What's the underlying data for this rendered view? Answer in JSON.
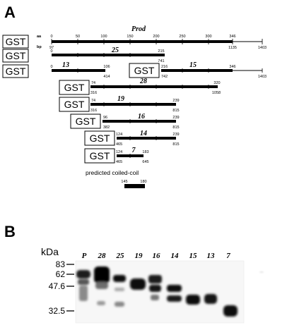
{
  "panel_a": {
    "label": "A",
    "full_length": {
      "name": "Prod",
      "aa_label": "aa",
      "bp_label": "bp",
      "ticks": [
        "0",
        "50",
        "100",
        "150",
        "200",
        "250",
        "300",
        "346"
      ],
      "bp_start": "97",
      "bp_346": "1135",
      "bp_end": "1403"
    },
    "gst_label": "GST",
    "clones": [
      {
        "name": "25",
        "aa_start": "0",
        "aa_end": "215",
        "bp_end": "741"
      },
      {
        "name": "13",
        "aa_start": "0",
        "aa_end": "106",
        "bp_end": "414"
      },
      {
        "name": "15",
        "aa_start": "216",
        "aa_end": "346",
        "bp_start": "742",
        "bp_end": "1403"
      },
      {
        "name": "28",
        "aa_start": "74",
        "aa_end": "320",
        "bp_start": "316",
        "bp_end": "1058"
      },
      {
        "name": "19",
        "aa_start": "74",
        "aa_end": "239",
        "bp_start": "316",
        "bp_end": "815"
      },
      {
        "name": "16",
        "aa_start": "96",
        "aa_end": "239",
        "bp_start": "382",
        "bp_end": "815"
      },
      {
        "name": "14",
        "aa_start": "124",
        "aa_end": "239",
        "bp_start": "465",
        "bp_end": "815"
      },
      {
        "name": "7",
        "aa_start": "124",
        "aa_end": "183",
        "bp_start": "465",
        "bp_end": "645"
      }
    ],
    "coiled_coil": {
      "caption": "predicted coiled-coil",
      "start": "145",
      "end": "180"
    }
  },
  "panel_b": {
    "label": "B",
    "kda_title": "kDa",
    "markers": [
      "83",
      "62",
      "47.6",
      "32.5"
    ],
    "lanes": [
      "P",
      "28",
      "25",
      "19",
      "16",
      "14",
      "15",
      "13",
      "7"
    ]
  }
}
